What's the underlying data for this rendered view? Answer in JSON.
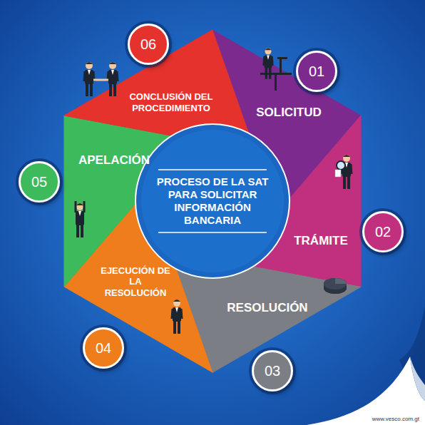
{
  "diagram": {
    "title": "PROCESO DE LA SAT PARA SOLICITAR INFORMACIÓN BANCARIA",
    "nodes": [
      {
        "text": [
          "SOLICITUD"
        ]
      },
      {
        "text": [
          "01"
        ]
      },
      {
        "text": [
          "TRÁMITE"
        ]
      },
      {
        "text": [
          "02"
        ]
      },
      {
        "text": [
          "RESOLUCIÓN"
        ]
      },
      {
        "text": [
          "03"
        ]
      },
      {
        "text": [
          "EJECUCIÓN DE LA RESOLUCIÓN"
        ]
      },
      {
        "text": [
          "04"
        ]
      },
      {
        "text": [
          "APELACIÓN"
        ]
      },
      {
        "text": [
          "05"
        ]
      },
      {
        "text": [
          "CONCLUSIÓN DEL PROCEDIMIENTO"
        ]
      },
      {
        "text": [
          "06"
        ]
      }
    ],
    "labels": [
      "www.vesco.com.gt"
    ]
  }
}
